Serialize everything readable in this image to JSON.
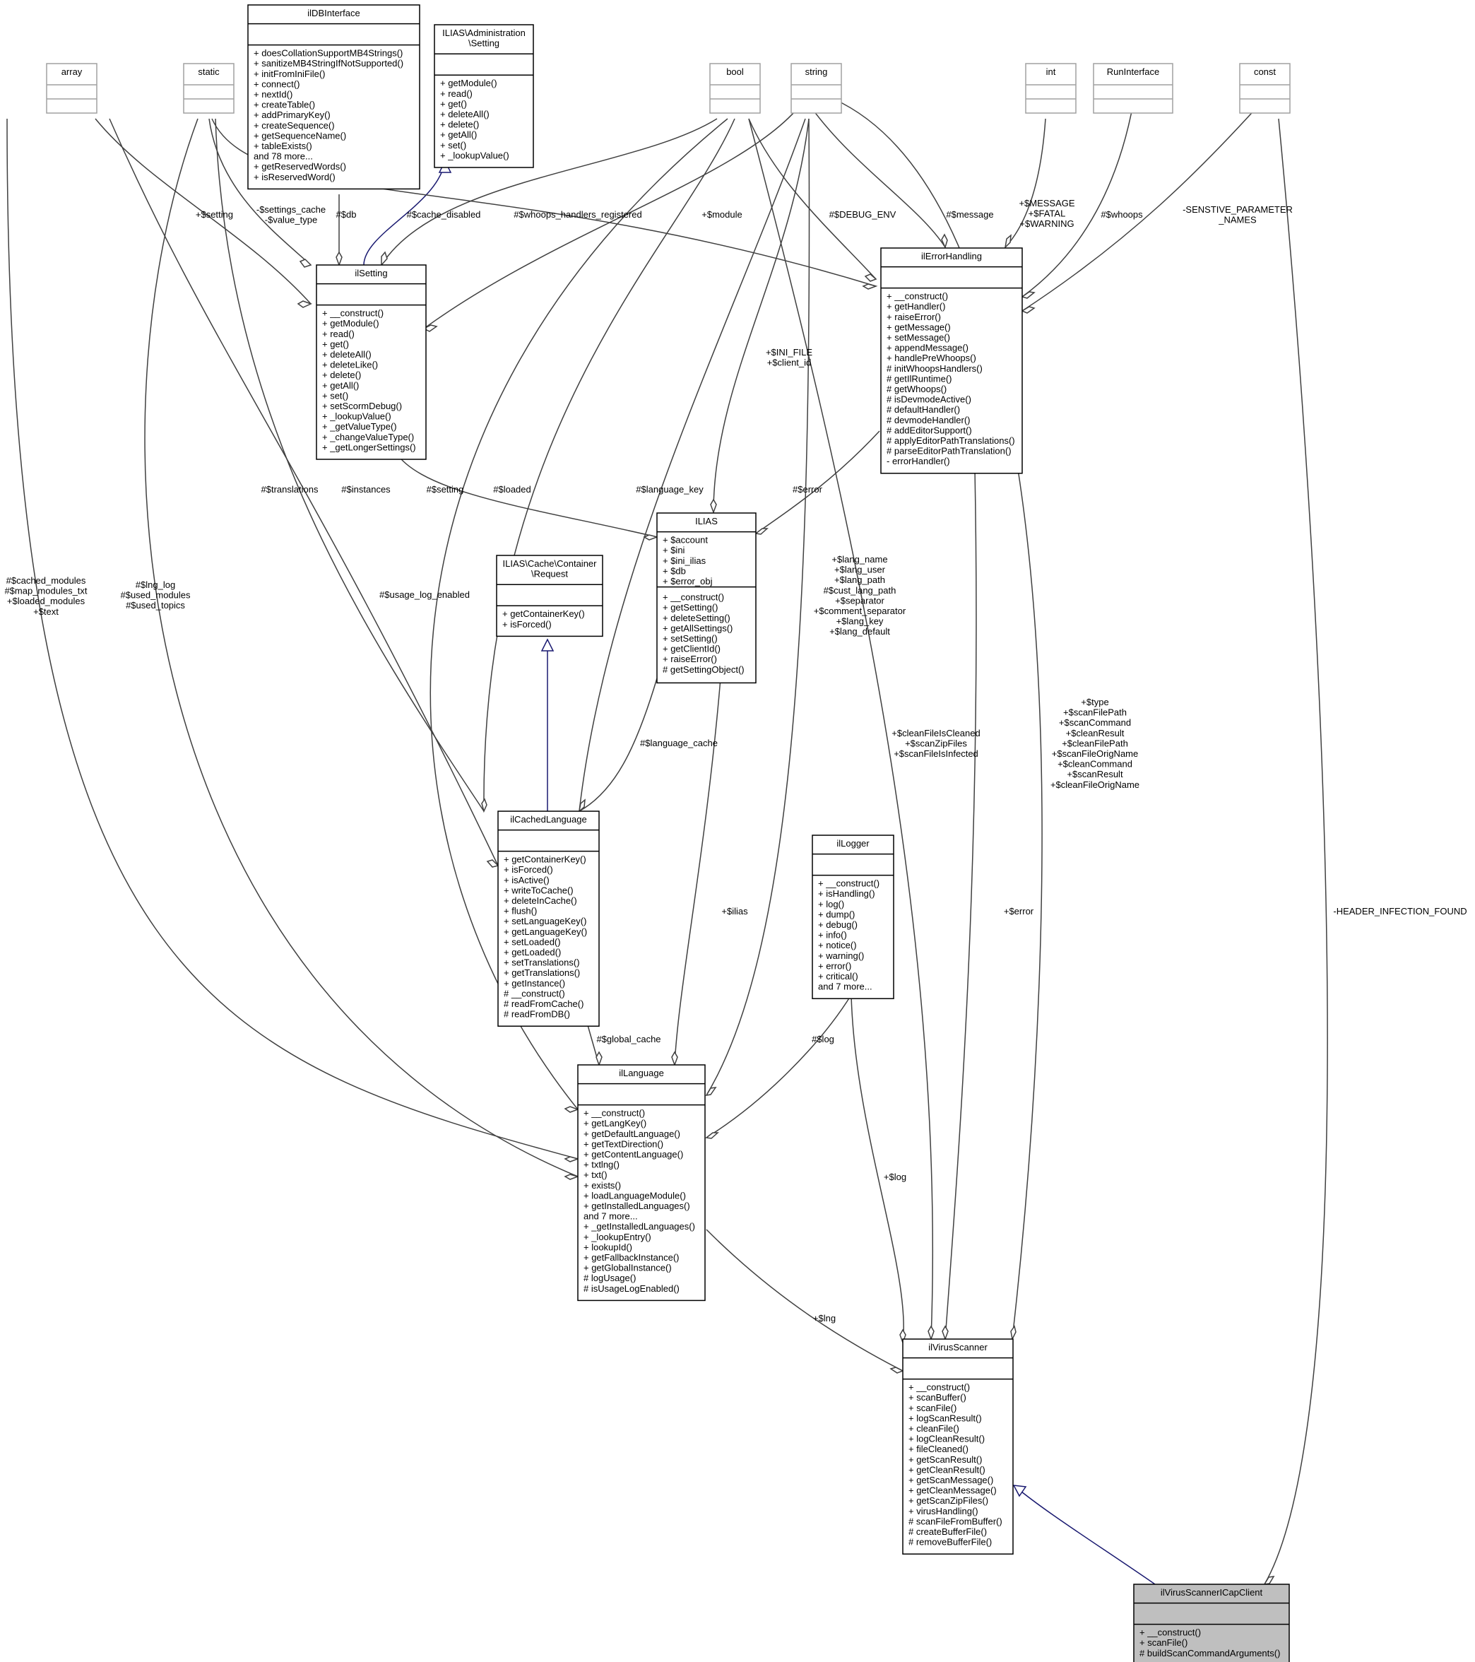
{
  "classes": [
    {
      "id": "array",
      "title": [
        "array"
      ],
      "members": [],
      "ghost": true
    },
    {
      "id": "static",
      "title": [
        "static"
      ],
      "members": [],
      "ghost": true
    },
    {
      "id": "ildbinterface",
      "title": [
        "ilDBInterface"
      ],
      "members": [
        "+ doesCollationSupportMB4Strings()",
        "+ sanitizeMB4StringIfNotSupported()",
        "+ initFromIniFile()",
        "+ connect()",
        "+ nextId()",
        "+ createTable()",
        "+ addPrimaryKey()",
        "+ createSequence()",
        "+ getSequenceName()",
        "+ tableExists()",
        "and 78 more...",
        "+ getReservedWords()",
        "+ isReservedWord()"
      ]
    },
    {
      "id": "admin-setting",
      "title": [
        "ILIAS\\Administration",
        "\\Setting"
      ],
      "members": [
        "+ getModule()",
        "+ read()",
        "+ get()",
        "+ deleteAll()",
        "+ delete()",
        "+ getAll()",
        "+ set()",
        "+ _lookupValue()"
      ]
    },
    {
      "id": "bool",
      "title": [
        "bool"
      ],
      "members": [],
      "ghost": true
    },
    {
      "id": "string",
      "title": [
        "string"
      ],
      "members": [],
      "ghost": true
    },
    {
      "id": "int",
      "title": [
        "int"
      ],
      "members": [],
      "ghost": true
    },
    {
      "id": "runinterface",
      "title": [
        "RunInterface"
      ],
      "members": [],
      "ghost": true
    },
    {
      "id": "const",
      "title": [
        "const"
      ],
      "members": [],
      "ghost": true
    },
    {
      "id": "ilsetting",
      "title": [
        "ilSetting"
      ],
      "members": [
        "+ __construct()",
        "+ getModule()",
        "+ read()",
        "+ get()",
        "+ deleteAll()",
        "+ deleteLike()",
        "+ delete()",
        "+ getAll()",
        "+ set()",
        "+ setScormDebug()",
        "+ _lookupValue()",
        "+ _getValueType()",
        "+ _changeValueType()",
        "+ _getLongerSettings()"
      ]
    },
    {
      "id": "ilerrorhandling",
      "title": [
        "ilErrorHandling"
      ],
      "members": [
        "+ __construct()",
        "+ getHandler()",
        "+ raiseError()",
        "+ getMessage()",
        "+ setMessage()",
        "+ appendMessage()",
        "+ handlePreWhoops()",
        "# initWhoopsHandlers()",
        "# getIlRuntime()",
        "# getWhoops()",
        "# isDevmodeActive()",
        "# defaultHandler()",
        "# devmodeHandler()",
        "# addEditorSupport()",
        "# applyEditorPathTranslations()",
        "# parseEditorPathTranslation()",
        "- errorHandler()"
      ]
    },
    {
      "id": "ilias",
      "title": [
        "ILIAS"
      ],
      "members": [
        "+ $account",
        "+ $ini",
        "+ $ini_ilias",
        "+ $db",
        "+ $error_obj",
        "+ __construct()",
        "+ getSetting()",
        "+ deleteSetting()",
        "+ getAllSettings()",
        "+ setSetting()",
        "+ getClientId()",
        "+ raiseError()",
        "# getSettingObject()"
      ],
      "separatorAfter": 5
    },
    {
      "id": "cache-request",
      "title": [
        "ILIAS\\Cache\\Container",
        "\\Request"
      ],
      "members": [
        "+ getContainerKey()",
        "+ isForced()"
      ]
    },
    {
      "id": "ilcachedlanguage",
      "title": [
        "ilCachedLanguage"
      ],
      "members": [
        "+ getContainerKey()",
        "+ isForced()",
        "+ isActive()",
        "+ writeToCache()",
        "+ deleteInCache()",
        "+ flush()",
        "+ setLanguageKey()",
        "+ getLanguageKey()",
        "+ setLoaded()",
        "+ getLoaded()",
        "+ setTranslations()",
        "+ getTranslations()",
        "+ getInstance()",
        "# __construct()",
        "# readFromCache()",
        "# readFromDB()"
      ]
    },
    {
      "id": "illogger",
      "title": [
        "ilLogger"
      ],
      "members": [
        "+ __construct()",
        "+ isHandling()",
        "+ log()",
        "+ dump()",
        "+ debug()",
        "+ info()",
        "+ notice()",
        "+ warning()",
        "+ error()",
        "+ critical()",
        "and 7 more..."
      ]
    },
    {
      "id": "illanguage",
      "title": [
        "ilLanguage"
      ],
      "members": [
        "+ __construct()",
        "+ getLangKey()",
        "+ getDefaultLanguage()",
        "+ getTextDirection()",
        "+ getContentLanguage()",
        "+ txtlng()",
        "+ txt()",
        "+ exists()",
        "+ loadLanguageModule()",
        "+ getInstalledLanguages()",
        "and 7 more...",
        "+ _getInstalledLanguages()",
        "+ _lookupEntry()",
        "+ lookupId()",
        "+ getFallbackInstance()",
        "+ getGlobalInstance()",
        "# logUsage()",
        "# isUsageLogEnabled()"
      ]
    },
    {
      "id": "ilvirusscanner",
      "title": [
        "ilVirusScanner"
      ],
      "members": [
        "+ __construct()",
        "+ scanBuffer()",
        "+ scanFile()",
        "+ logScanResult()",
        "+ cleanFile()",
        "+ logCleanResult()",
        "+ fileCleaned()",
        "+ getScanResult()",
        "+ getCleanResult()",
        "+ getScanMessage()",
        "+ getCleanMessage()",
        "+ getScanZipFiles()",
        "+ virusHandling()",
        "# scanFileFromBuffer()",
        "# createBufferFile()",
        "# removeBufferFile()"
      ]
    },
    {
      "id": "ilvirusscannericapclient",
      "title": [
        "ilVirusScannerICapClient"
      ],
      "members": [
        "+ __construct()",
        "+ scanFile()",
        "# buildScanCommandArguments()"
      ],
      "focus": true
    }
  ],
  "edge_labels": [
    {
      "id": "e-setting",
      "lines": [
        "+$setting"
      ]
    },
    {
      "id": "e-settings-cache",
      "lines": [
        "-$settings_cache",
        "-$value_type"
      ]
    },
    {
      "id": "e-db",
      "lines": [
        "#$db"
      ]
    },
    {
      "id": "e-cache-disabled",
      "lines": [
        "#$cache_disabled"
      ]
    },
    {
      "id": "e-whoops-registered",
      "lines": [
        "#$whoops_handlers_registered"
      ]
    },
    {
      "id": "e-module",
      "lines": [
        "+$module"
      ]
    },
    {
      "id": "e-debug-env",
      "lines": [
        "#$DEBUG_ENV"
      ]
    },
    {
      "id": "e-message",
      "lines": [
        "#$message"
      ]
    },
    {
      "id": "e-message-fatal",
      "lines": [
        "+$MESSAGE",
        "+$FATAL",
        "+$WARNING"
      ]
    },
    {
      "id": "e-whoops",
      "lines": [
        "#$whoops"
      ]
    },
    {
      "id": "e-sensitive",
      "lines": [
        "-SENSTIVE_PARAMETER",
        "_NAMES"
      ]
    },
    {
      "id": "e-ini-file",
      "lines": [
        "+$INI_FILE",
        "+$client_id"
      ]
    },
    {
      "id": "e-translations",
      "lines": [
        "#$translations"
      ]
    },
    {
      "id": "e-instances",
      "lines": [
        "#$instances"
      ]
    },
    {
      "id": "e-ilias-setting",
      "lines": [
        "#$setting"
      ]
    },
    {
      "id": "e-loaded",
      "lines": [
        "#$loaded"
      ]
    },
    {
      "id": "e-language-key",
      "lines": [
        "#$language_key"
      ]
    },
    {
      "id": "e-error",
      "lines": [
        "#$error"
      ]
    },
    {
      "id": "e-cached-modules",
      "lines": [
        "#$cached_modules",
        "#$map_modules_txt",
        "+$loaded_modules",
        "+$text"
      ]
    },
    {
      "id": "e-lng-log",
      "lines": [
        "#$lng_log",
        "#$used_modules",
        "#$used_topics"
      ]
    },
    {
      "id": "e-usage-log",
      "lines": [
        "#$usage_log_enabled"
      ]
    },
    {
      "id": "e-lang-name",
      "lines": [
        "+$lang_name",
        "+$lang_user",
        "+$lang_path",
        "#$cust_lang_path",
        "+$separator",
        "+$comment_separator",
        "+$lang_key",
        "+$lang_default"
      ]
    },
    {
      "id": "e-type",
      "lines": [
        "+$type",
        "+$scanFilePath",
        "+$scanCommand",
        "+$cleanResult",
        "+$cleanFilePath",
        "+$scanFileOrigName",
        "+$cleanCommand",
        "+$scanResult",
        "+$cleanFileOrigName"
      ]
    },
    {
      "id": "e-clean-file",
      "lines": [
        "+$cleanFileIsCleaned",
        "+$scanZipFiles",
        "+$scanFileIsInfected"
      ]
    },
    {
      "id": "e-language-cache",
      "lines": [
        "#$language_cache"
      ]
    },
    {
      "id": "e-header-infection",
      "lines": [
        "-HEADER_INFECTION_FOUND"
      ]
    },
    {
      "id": "e-ilias",
      "lines": [
        "+$ilias"
      ]
    },
    {
      "id": "e-error-vs",
      "lines": [
        "+$error"
      ]
    },
    {
      "id": "e-global-cache",
      "lines": [
        "#$global_cache"
      ]
    },
    {
      "id": "e-log",
      "lines": [
        "#$log"
      ]
    },
    {
      "id": "e-log-vs",
      "lines": [
        "+$log"
      ]
    },
    {
      "id": "e-lng",
      "lines": [
        "+$lng"
      ]
    }
  ]
}
